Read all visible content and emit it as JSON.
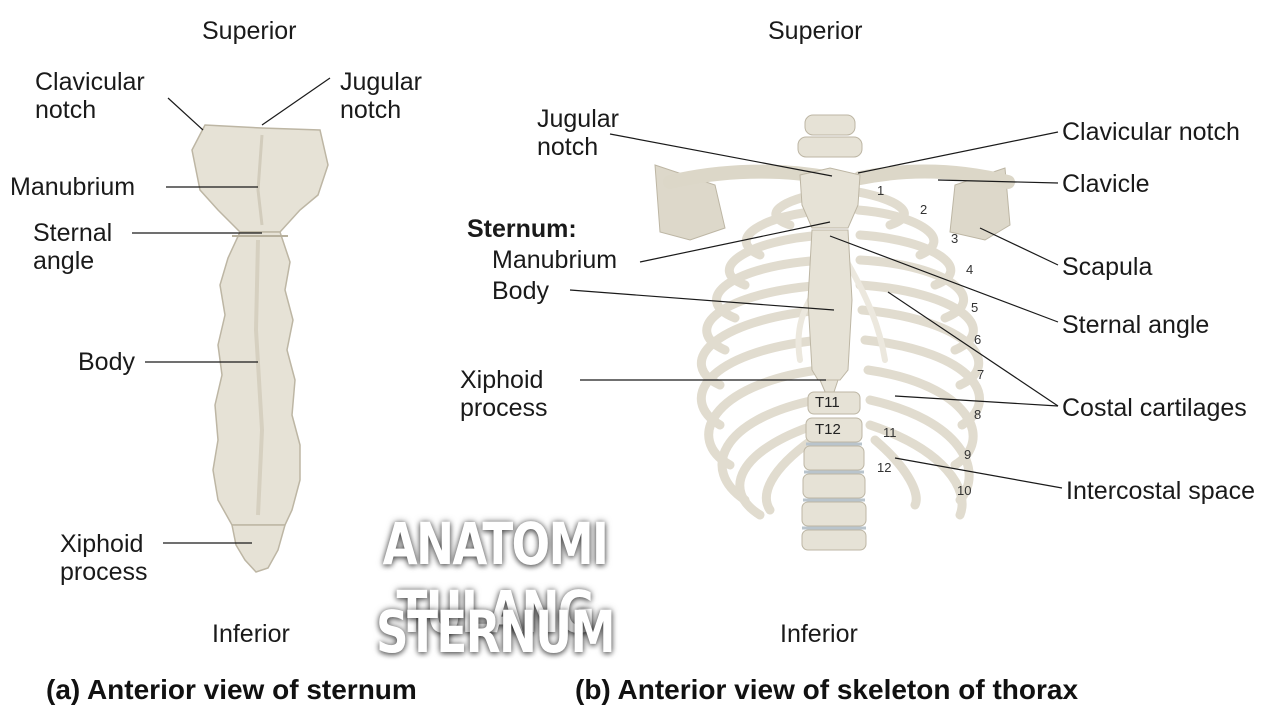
{
  "panel_a": {
    "superior": "Superior",
    "inferior": "Inferior",
    "clavicular_notch": [
      "Clavicular",
      "notch"
    ],
    "jugular_notch": [
      "Jugular",
      "notch"
    ],
    "manubrium": "Manubrium",
    "sternal_angle": [
      "Sternal",
      "angle"
    ],
    "body": "Body",
    "xiphoid_process": [
      "Xiphoid",
      "process"
    ],
    "caption": "(a) Anterior view of sternum"
  },
  "panel_b": {
    "superior": "Superior",
    "inferior": "Inferior",
    "jugular_notch": [
      "Jugular",
      "notch"
    ],
    "sternum_heading": "Sternum:",
    "manubrium": "Manubrium",
    "body": "Body",
    "xiphoid_process": [
      "Xiphoid",
      "process"
    ],
    "clavicular_notch": "Clavicular notch",
    "clavicle": "Clavicle",
    "scapula": "Scapula",
    "sternal_angle": "Sternal angle",
    "costal_cartilages": "Costal cartilages",
    "intercostal_space": "Intercostal space",
    "rib_numbers": [
      "1",
      "2",
      "3",
      "4",
      "5",
      "6",
      "7",
      "8",
      "9",
      "10",
      "11",
      "12"
    ],
    "vertebrae": [
      "T11",
      "T12"
    ],
    "caption": "(b) Anterior view of skeleton of thorax"
  },
  "overlay_title": [
    "ANATOMI TULANG",
    "STERNUM"
  ],
  "colors": {
    "bone": "#e6e2d6",
    "bone_shade": "#cfc9b9",
    "line": "#1a1a1a",
    "overlay_text": "#ffffff"
  }
}
